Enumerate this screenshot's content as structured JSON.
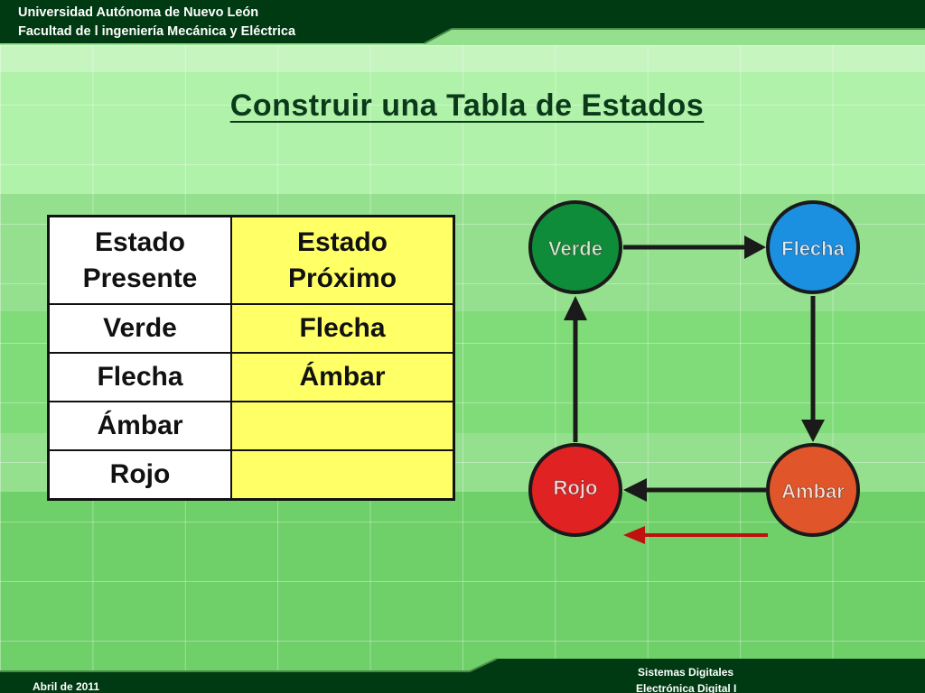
{
  "header": {
    "line1": "Universidad Autónoma de Nuevo León",
    "line2": "Facultad de l ingeniería Mecánica y Eléctrica"
  },
  "title": "Construir una Tabla de Estados",
  "table": {
    "headers": [
      "Estado\nPresente",
      "Estado\nPróximo"
    ],
    "header_present_1": "Estado",
    "header_present_2": "Presente",
    "header_next_1": "Estado",
    "header_next_2": "Próximo",
    "rows": [
      {
        "present": "Verde",
        "next": "Flecha"
      },
      {
        "present": "Flecha",
        "next": "Ámbar"
      },
      {
        "present": "Ámbar",
        "next": ""
      },
      {
        "present": "Rojo",
        "next": ""
      }
    ]
  },
  "diagram": {
    "states": [
      {
        "label": "Verde",
        "color": "#0e8c3a"
      },
      {
        "label": "Flecha",
        "color": "#1b8fe0"
      },
      {
        "label": "Ambar",
        "color": "#e0552a"
      },
      {
        "label": "Rojo",
        "color": "#e02222"
      }
    ],
    "highlight_arrow_color": "#c01010"
  },
  "footer": {
    "date": "Abril de 2011",
    "course1": "Sistemas Digitales",
    "course2": "Electrónica Digital I"
  },
  "colors": {
    "banner": "#003a12",
    "title": "#0b3a1b",
    "next_column": "#ffff66"
  }
}
